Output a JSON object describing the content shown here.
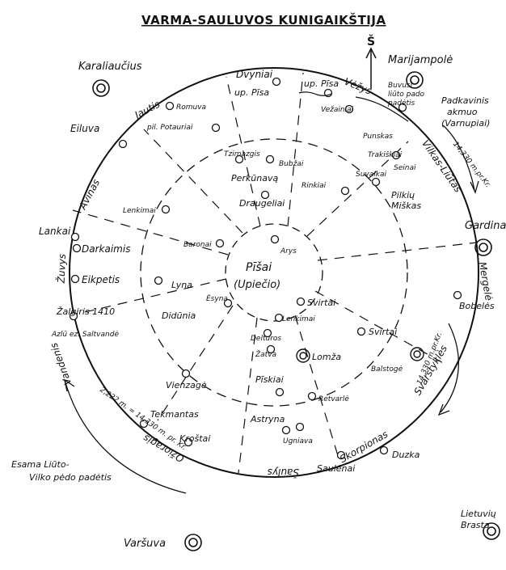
{
  "title": "VARMA-SAULUVOS KUNIGAIKŠTIJA",
  "north_label": "Š",
  "center": {
    "name": "Pīšai",
    "alt": "(Upiečio)"
  },
  "outer_cities": {
    "karaliaucius": "Karaliaučius",
    "marijampole": "Marijampolė",
    "gardinas": "Gardinas",
    "varsuva": "Varšuva",
    "lietuviu_brasta_1": "Lietuvių",
    "lietuviu_brasta_2": "Brasta"
  },
  "edge_labels": {
    "jautis": "Jautis",
    "dvyniai": "Dvyniai",
    "vezys": "Vėžys",
    "vilkas_liutas": "Vilkas-Liūtas",
    "mergele": "Mergelė",
    "svarstykles": "Svarstyklės",
    "skorpionas": "Skorpionas",
    "saulys": "Šaulys",
    "ozioragis": "Ožioragis",
    "vandenis": "Vandenis",
    "zuvys": "Žuvys",
    "avinas": "Avinas"
  },
  "places": {
    "up_pisa_1": "up. Pīsa",
    "up_pisa_2": "up. Pīsa",
    "romuva": "Romuva",
    "pil_potauriai": "pil. Potauriai",
    "eiluva": "Eiluva",
    "vezainiai": "Vežainiai",
    "buvusi": "Buvusi",
    "liuto_pado": "liūto pado",
    "padetis": "padėtis",
    "padkavinis_1": "Padkavinis",
    "padkavinis_2": "akmuo",
    "padkavinis_3": "(Varnupiai)",
    "dist_ne": "14,330 m.pr.Kr.",
    "punskas": "Punskas",
    "trakiskiai": "Trakiškiai",
    "seinai": "Seinai",
    "suvalkai": "Suvalkai",
    "pilkiu_1": "Pilkių",
    "pilkiu_2": "Miškas",
    "rinkiai": "Rinkiai",
    "tzimazgis": "Tzimazgis",
    "bubzai": "Bubžai",
    "perkunava": "Perkūnavą",
    "draugeliai": "Draugeliai",
    "lenkimai_w": "Lenkimai",
    "baronai": "Baronai",
    "arys": "Arys",
    "lankai": "Lankai",
    "darkaimis": "Darkaimis",
    "eikpetis": "Eikpetis",
    "lyna": "Lyna",
    "esyna": "Ėsyna",
    "didunia": "Didūnia",
    "zalgiris": "Žalgiris 1410",
    "azlu_ez": "Azlū ez. Saltvandė",
    "svirtai_1": "Svirtai",
    "lenkimai_c": "Lenkimai",
    "svirtai_2": "Svirtai",
    "bobeles": "Bobelės",
    "delturos": "Delturos",
    "zatva": "Žatva",
    "lomza": "Lomža",
    "balstoge": "Balstogė",
    "dist_se": "14,330 m.pr.Kr.",
    "vienzage": "Vienzagė",
    "piskiai": "Pīskiai",
    "retvarle": "Retvarlė",
    "tekmantas": "Tekmantas",
    "krostai": "Kroštai",
    "astryna": "Astryna",
    "ugniava": "Ugniava",
    "saulenai": "Saulėnai",
    "duzka": "Duzka",
    "esama_1": "Esama Liūto-",
    "esama_2": "Vilko pėdo padėtis",
    "dist_sw": "2,222 m. = 14,330 m. pr. Kr."
  }
}
